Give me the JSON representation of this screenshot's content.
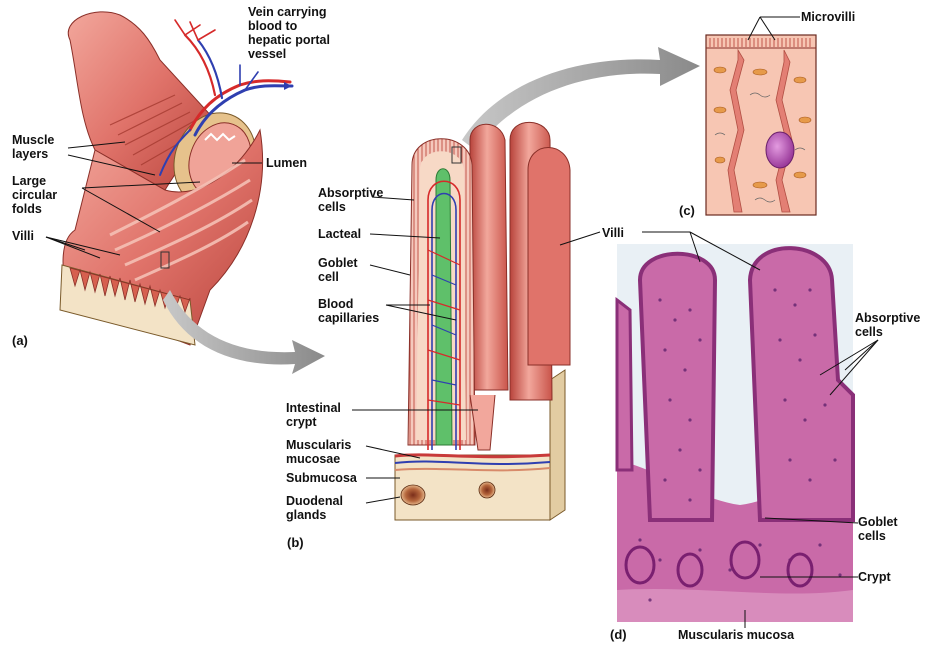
{
  "colors": {
    "tissue": "#e0736a",
    "tissue_dark": "#b8433b",
    "tissue_light": "#f2a79c",
    "submucosa": "#f3e3c6",
    "vein": "#2f3fb0",
    "artery": "#d62a2a",
    "lacteal": "#5fc06a",
    "arrow": "#9a9a9a",
    "histo_bg": "#e9f0f5",
    "histo_tissue": "#c96aa8",
    "histo_dark": "#8a2f78",
    "cell_fill": "#f7c6b3",
    "nucleus": "#b04fae"
  },
  "panel_a": {
    "panel_label": "(a)",
    "labels": {
      "vein": "Vein carrying\nblood to\nhepatic portal\nvessel",
      "muscle_layers": "Muscle\nlayers",
      "large_circular_folds": "Large\ncircular\nfolds",
      "villi": "Villi",
      "lumen": "Lumen"
    }
  },
  "panel_b": {
    "panel_label": "(b)",
    "labels": {
      "absorptive_cells": "Absorptive\ncells",
      "lacteal": "Lacteal",
      "goblet_cell": "Goblet\ncell",
      "blood_capillaries": "Blood\ncapillaries",
      "intestinal_crypt": "Intestinal\ncrypt",
      "muscularis_mucosae": "Muscularis\nmucosae",
      "submucosa": "Submucosa",
      "duodenal_glands": "Duodenal\nglands",
      "villi": "Villi"
    }
  },
  "panel_c": {
    "panel_label": "(c)",
    "labels": {
      "microvilli": "Microvilli"
    }
  },
  "panel_d": {
    "panel_label": "(d)",
    "labels": {
      "absorptive_cells": "Absorptive\ncells",
      "goblet_cells": "Goblet\ncells",
      "crypt": "Crypt",
      "muscularis_mucosa": "Muscularis mucosa"
    }
  }
}
